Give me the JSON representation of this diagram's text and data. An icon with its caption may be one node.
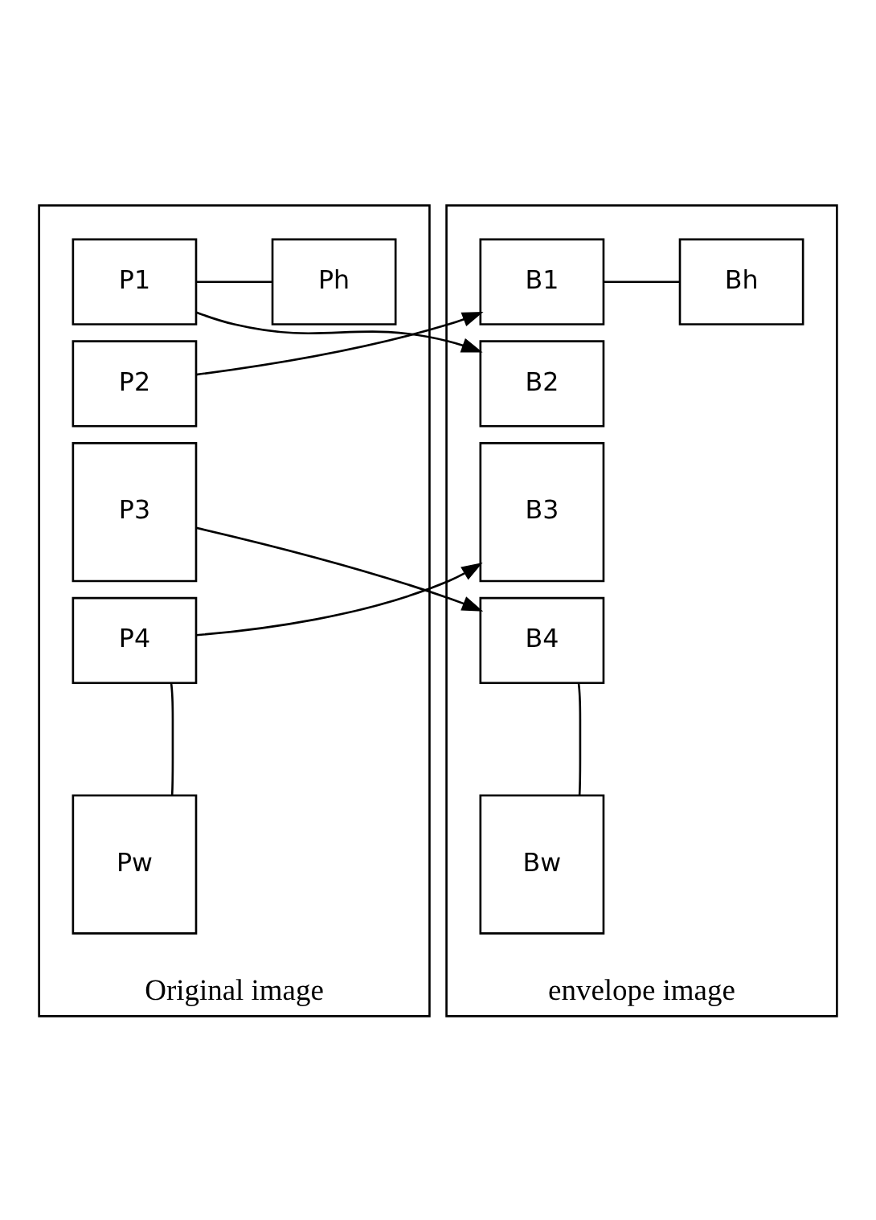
{
  "diagram": {
    "nodes": [
      {
        "text": [
          "Original image"
        ]
      },
      {
        "text": [
          "P1"
        ],
        "in": 0
      },
      {
        "text": [
          "Ph"
        ],
        "in": 0
      },
      {
        "text": [
          "P2"
        ],
        "in": 0
      },
      {
        "text": [
          "P3"
        ],
        "in": 0
      },
      {
        "text": [
          "P4"
        ],
        "in": 0
      },
      {
        "text": [
          "Pw"
        ],
        "in": 0
      },
      {
        "text": [
          "envelope image"
        ]
      },
      {
        "text": [
          "B1"
        ],
        "in": 7
      },
      {
        "text": [
          "Bh"
        ],
        "in": 7
      },
      {
        "text": [
          "B2"
        ],
        "in": 7
      },
      {
        "text": [
          "B3"
        ],
        "in": 7
      },
      {
        "text": [
          "B4"
        ],
        "in": 7
      },
      {
        "text": [
          "Bw"
        ],
        "in": 7
      }
    ],
    "edges": [
      {
        "from": 1,
        "to": 2,
        "arrow": "none"
      },
      {
        "from": 5,
        "to": 6,
        "arrow": "none"
      },
      {
        "from": 1,
        "to": 10,
        "arrow": "to"
      },
      {
        "from": 3,
        "to": 8,
        "arrow": "to"
      },
      {
        "from": 4,
        "to": 12,
        "arrow": "to"
      },
      {
        "from": 5,
        "to": 11,
        "arrow": "to"
      },
      {
        "from": 8,
        "to": 9,
        "arrow": "none"
      },
      {
        "from": 12,
        "to": 13,
        "arrow": "none"
      }
    ]
  }
}
